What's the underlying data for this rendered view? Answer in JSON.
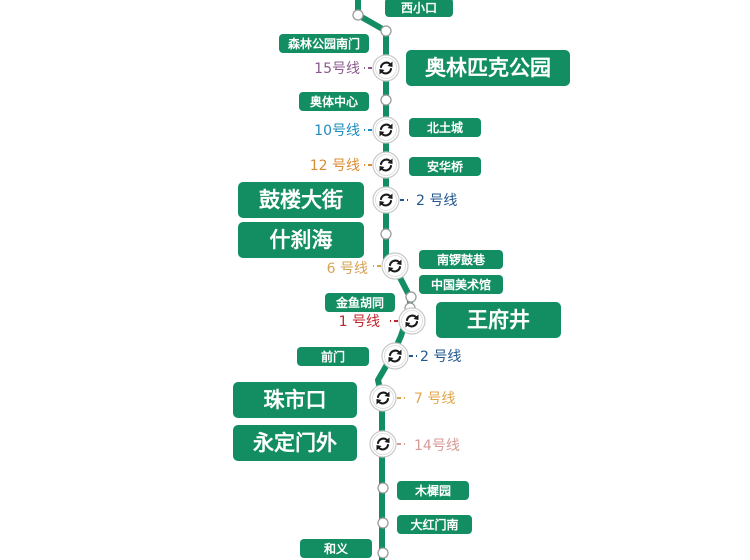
{
  "line_color": "#138d62",
  "stations": [
    {
      "id": "xixiaokou",
      "name": "西小口",
      "interchange": false
    },
    {
      "id": "senlingongyuan",
      "name": "森林公园南门",
      "interchange": false
    },
    {
      "id": "aolinpike",
      "name": "奥林匹克公园",
      "interchange": true,
      "highlight": true,
      "transfer_line": "15号线",
      "transfer_color": "#8c5a8e"
    },
    {
      "id": "aotizhongxin",
      "name": "奥体中心",
      "interchange": false
    },
    {
      "id": "beitucheng",
      "name": "北土城",
      "interchange": true,
      "transfer_line": "10号线",
      "transfer_color": "#1f8bbf"
    },
    {
      "id": "anhuaqiao",
      "name": "安华桥",
      "interchange": true,
      "transfer_line": "12 号线",
      "transfer_color": "#d98c32"
    },
    {
      "id": "gulou",
      "name": "鼓楼大街",
      "interchange": true,
      "highlight": true,
      "transfer_line": "2 号线",
      "transfer_color": "#23578f"
    },
    {
      "id": "shichahai",
      "name": "什刹海",
      "interchange": false,
      "highlight": true
    },
    {
      "id": "nanluoguxiang",
      "name": "南锣鼓巷",
      "interchange": true,
      "transfer_line": "6 号线",
      "transfer_color": "#d4a355"
    },
    {
      "id": "meishuguan",
      "name": "中国美术馆",
      "interchange": false
    },
    {
      "id": "jinyuhutong",
      "name": "金鱼胡同",
      "interchange": false
    },
    {
      "id": "wangfujing",
      "name": "王府井",
      "interchange": true,
      "highlight": true,
      "transfer_line": "1 号线",
      "transfer_color": "#c0262d"
    },
    {
      "id": "qianmen",
      "name": "前门",
      "interchange": true,
      "transfer_line": "2 号线",
      "transfer_color": "#23578f"
    },
    {
      "id": "zhushikou",
      "name": "珠市口",
      "interchange": true,
      "highlight": true,
      "transfer_line": "7 号线",
      "transfer_color": "#e0a54a"
    },
    {
      "id": "yongdingmenwai",
      "name": "永定门外",
      "interchange": true,
      "highlight": true,
      "transfer_line": "14号线",
      "transfer_color": "#d79a97"
    },
    {
      "id": "muxiyuan",
      "name": "木樨园",
      "interchange": false
    },
    {
      "id": "dahongmen",
      "name": "大红门南",
      "interchange": false
    },
    {
      "id": "heyi",
      "name": "和义",
      "interchange": false
    }
  ]
}
